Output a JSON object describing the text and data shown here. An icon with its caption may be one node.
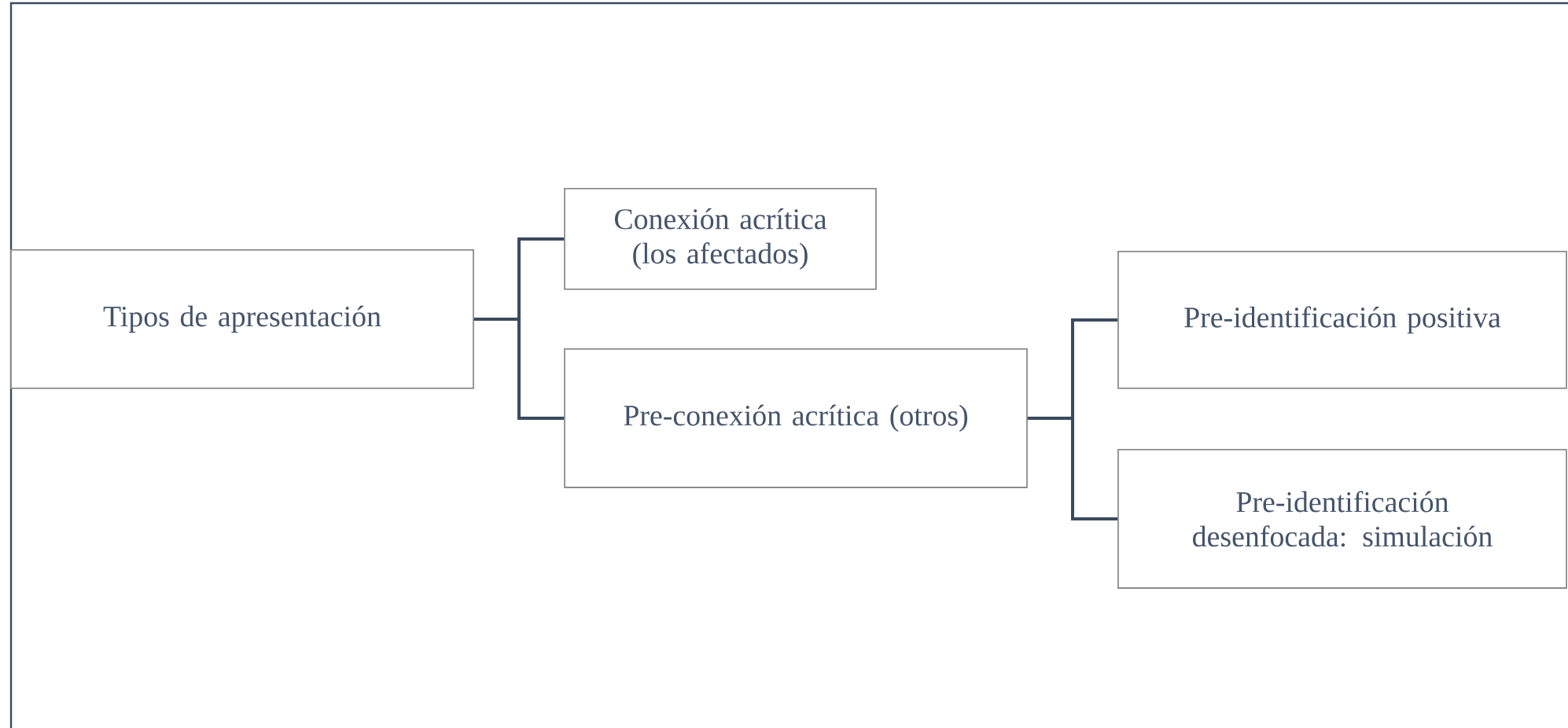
{
  "diagram": {
    "nodes": [
      {
        "text": [
          "Tipos de apresentación"
        ]
      },
      {
        "text": [
          "Conexión acrítica (los afectados)"
        ]
      },
      {
        "text": [
          "Pre-conexión acrítica (otros)"
        ]
      },
      {
        "text": [
          "Pre-identificación positiva"
        ]
      },
      {
        "text": [
          "Pre-identificación desenfocada: simulación"
        ]
      }
    ],
    "edges": [
      {
        "from": 0,
        "to": 1,
        "arrow": "none"
      },
      {
        "from": 0,
        "to": 2,
        "arrow": "none"
      },
      {
        "from": 2,
        "to": 3,
        "arrow": "none"
      },
      {
        "from": 2,
        "to": 4,
        "arrow": "none"
      }
    ]
  }
}
